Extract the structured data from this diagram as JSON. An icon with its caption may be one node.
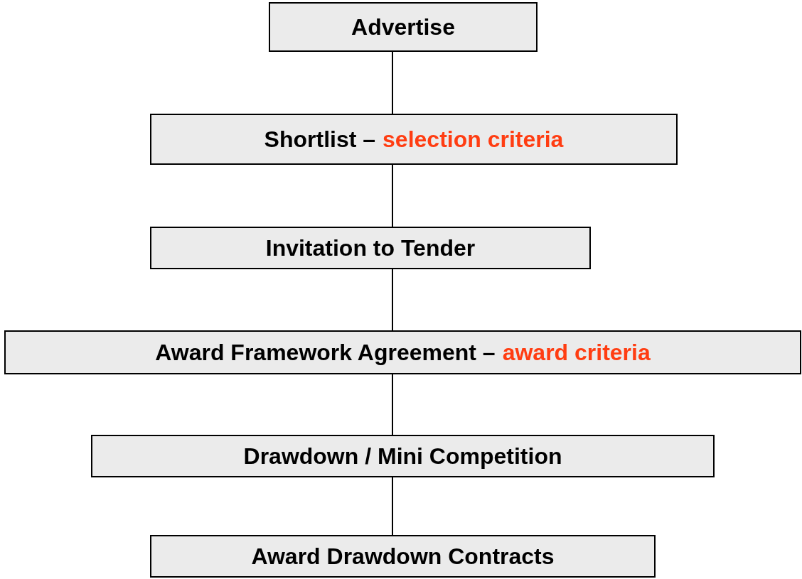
{
  "diagram": {
    "nodes": [
      {
        "text": [
          "Advertise"
        ]
      },
      {
        "text": [
          "Shortlist –",
          "selection criteria"
        ]
      },
      {
        "text": [
          "Invitation to Tender"
        ]
      },
      {
        "text": [
          "Award Framework Agreement –",
          "award criteria"
        ]
      },
      {
        "text": [
          "Drawdown / Mini Competition"
        ]
      },
      {
        "text": [
          "Award Drawdown Contracts"
        ]
      }
    ],
    "edges": [
      {
        "from": 0,
        "to": 1,
        "arrow": "none"
      },
      {
        "from": 1,
        "to": 2,
        "arrow": "none"
      },
      {
        "from": 2,
        "to": 3,
        "arrow": "none"
      },
      {
        "from": 3,
        "to": 4,
        "arrow": "none"
      },
      {
        "from": 4,
        "to": 5,
        "arrow": "none"
      }
    ]
  }
}
